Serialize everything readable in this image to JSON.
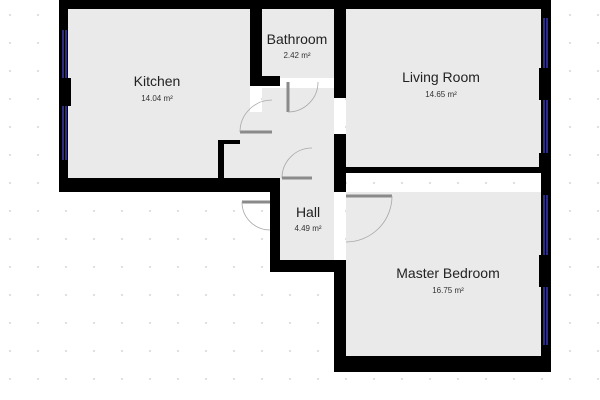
{
  "colors": {
    "background": "#ffffff",
    "grid_dot": "#c9c9c9",
    "wall": "#000000",
    "floor": "#eaeaea",
    "window": "#4a4ad8",
    "door_line": "#8a8a8a",
    "door_arc": "#a8a8a8",
    "text": "#222222"
  },
  "rooms": [
    {
      "id": "kitchen",
      "name": "Kitchen",
      "area": "14.04 m²"
    },
    {
      "id": "bathroom",
      "name": "Bathroom",
      "area": "2.42 m²"
    },
    {
      "id": "living-room",
      "name": "Living Room",
      "area": "14.65 m²"
    },
    {
      "id": "hall",
      "name": "Hall",
      "area": "4.49 m²"
    },
    {
      "id": "master-bedroom",
      "name": "Master Bedroom",
      "area": "16.75 m²"
    }
  ]
}
